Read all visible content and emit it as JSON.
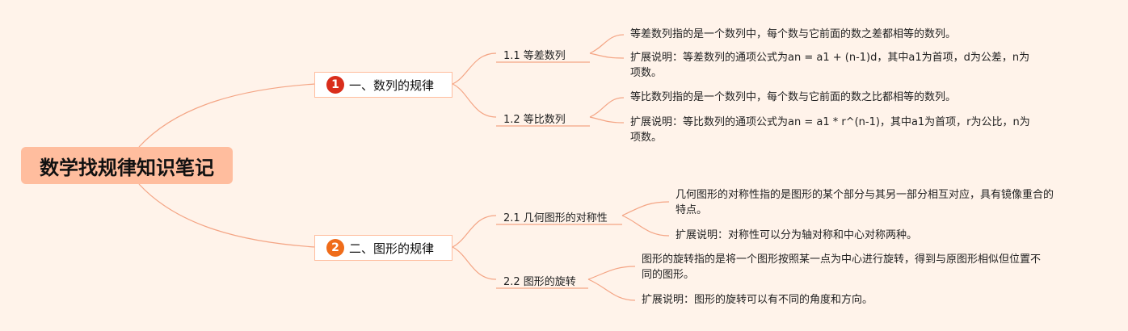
{
  "colors": {
    "background": "#fff3ea",
    "root_fill": "#ffbd9e",
    "branch_border": "#ffbd9e",
    "link_stroke": "#f4a585",
    "badge_1": "#d92d1b",
    "badge_2": "#ef6c1a"
  },
  "root": {
    "title": "数学找规律知识笔记"
  },
  "branches": [
    {
      "number": "1",
      "label": "一、数列的规律",
      "topics": [
        {
          "label": "1.1 等差数列",
          "notes": [
            "等差数列指的是一个数列中，每个数与它前面的数之差都相等的数列。",
            "扩展说明：等差数列的通项公式为an = a1 + (n-1)d，其中a1为首项，d为公差，n为项数。"
          ]
        },
        {
          "label": "1.2 等比数列",
          "notes": [
            "等比数列指的是一个数列中，每个数与它前面的数之比都相等的数列。",
            "扩展说明：等比数列的通项公式为an = a1 * r^(n-1)，其中a1为首项，r为公比，n为项数。"
          ]
        }
      ]
    },
    {
      "number": "2",
      "label": "二、图形的规律",
      "topics": [
        {
          "label": "2.1 几何图形的对称性",
          "notes": [
            "几何图形的对称性指的是图形的某个部分与其另一部分相互对应，具有镜像重合的特点。",
            "扩展说明：对称性可以分为轴对称和中心对称两种。"
          ]
        },
        {
          "label": "2.2 图形的旋转",
          "notes": [
            "图形的旋转指的是将一个图形按照某一点为中心进行旋转，得到与原图形相似但位置不同的图形。",
            "扩展说明：图形的旋转可以有不同的角度和方向。"
          ]
        }
      ]
    }
  ]
}
